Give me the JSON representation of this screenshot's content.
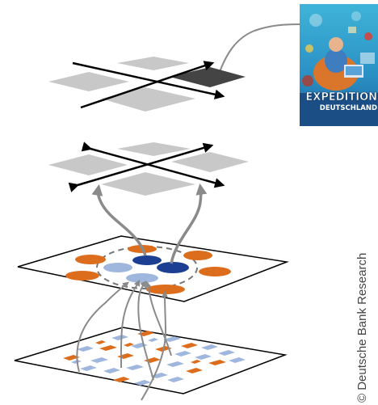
{
  "credit": "© Deutsche Bank Research",
  "cover": {
    "title_line1": "EXPEDITION",
    "title_line2": "DEUTSCHLAND"
  },
  "colors": {
    "orange": "#dc6d1c",
    "navy": "#1c3f94",
    "lightblue": "#9fb6dd",
    "gray": "#c8c8c8",
    "darkgray": "#444444",
    "arrow": "#8a8a8a"
  }
}
